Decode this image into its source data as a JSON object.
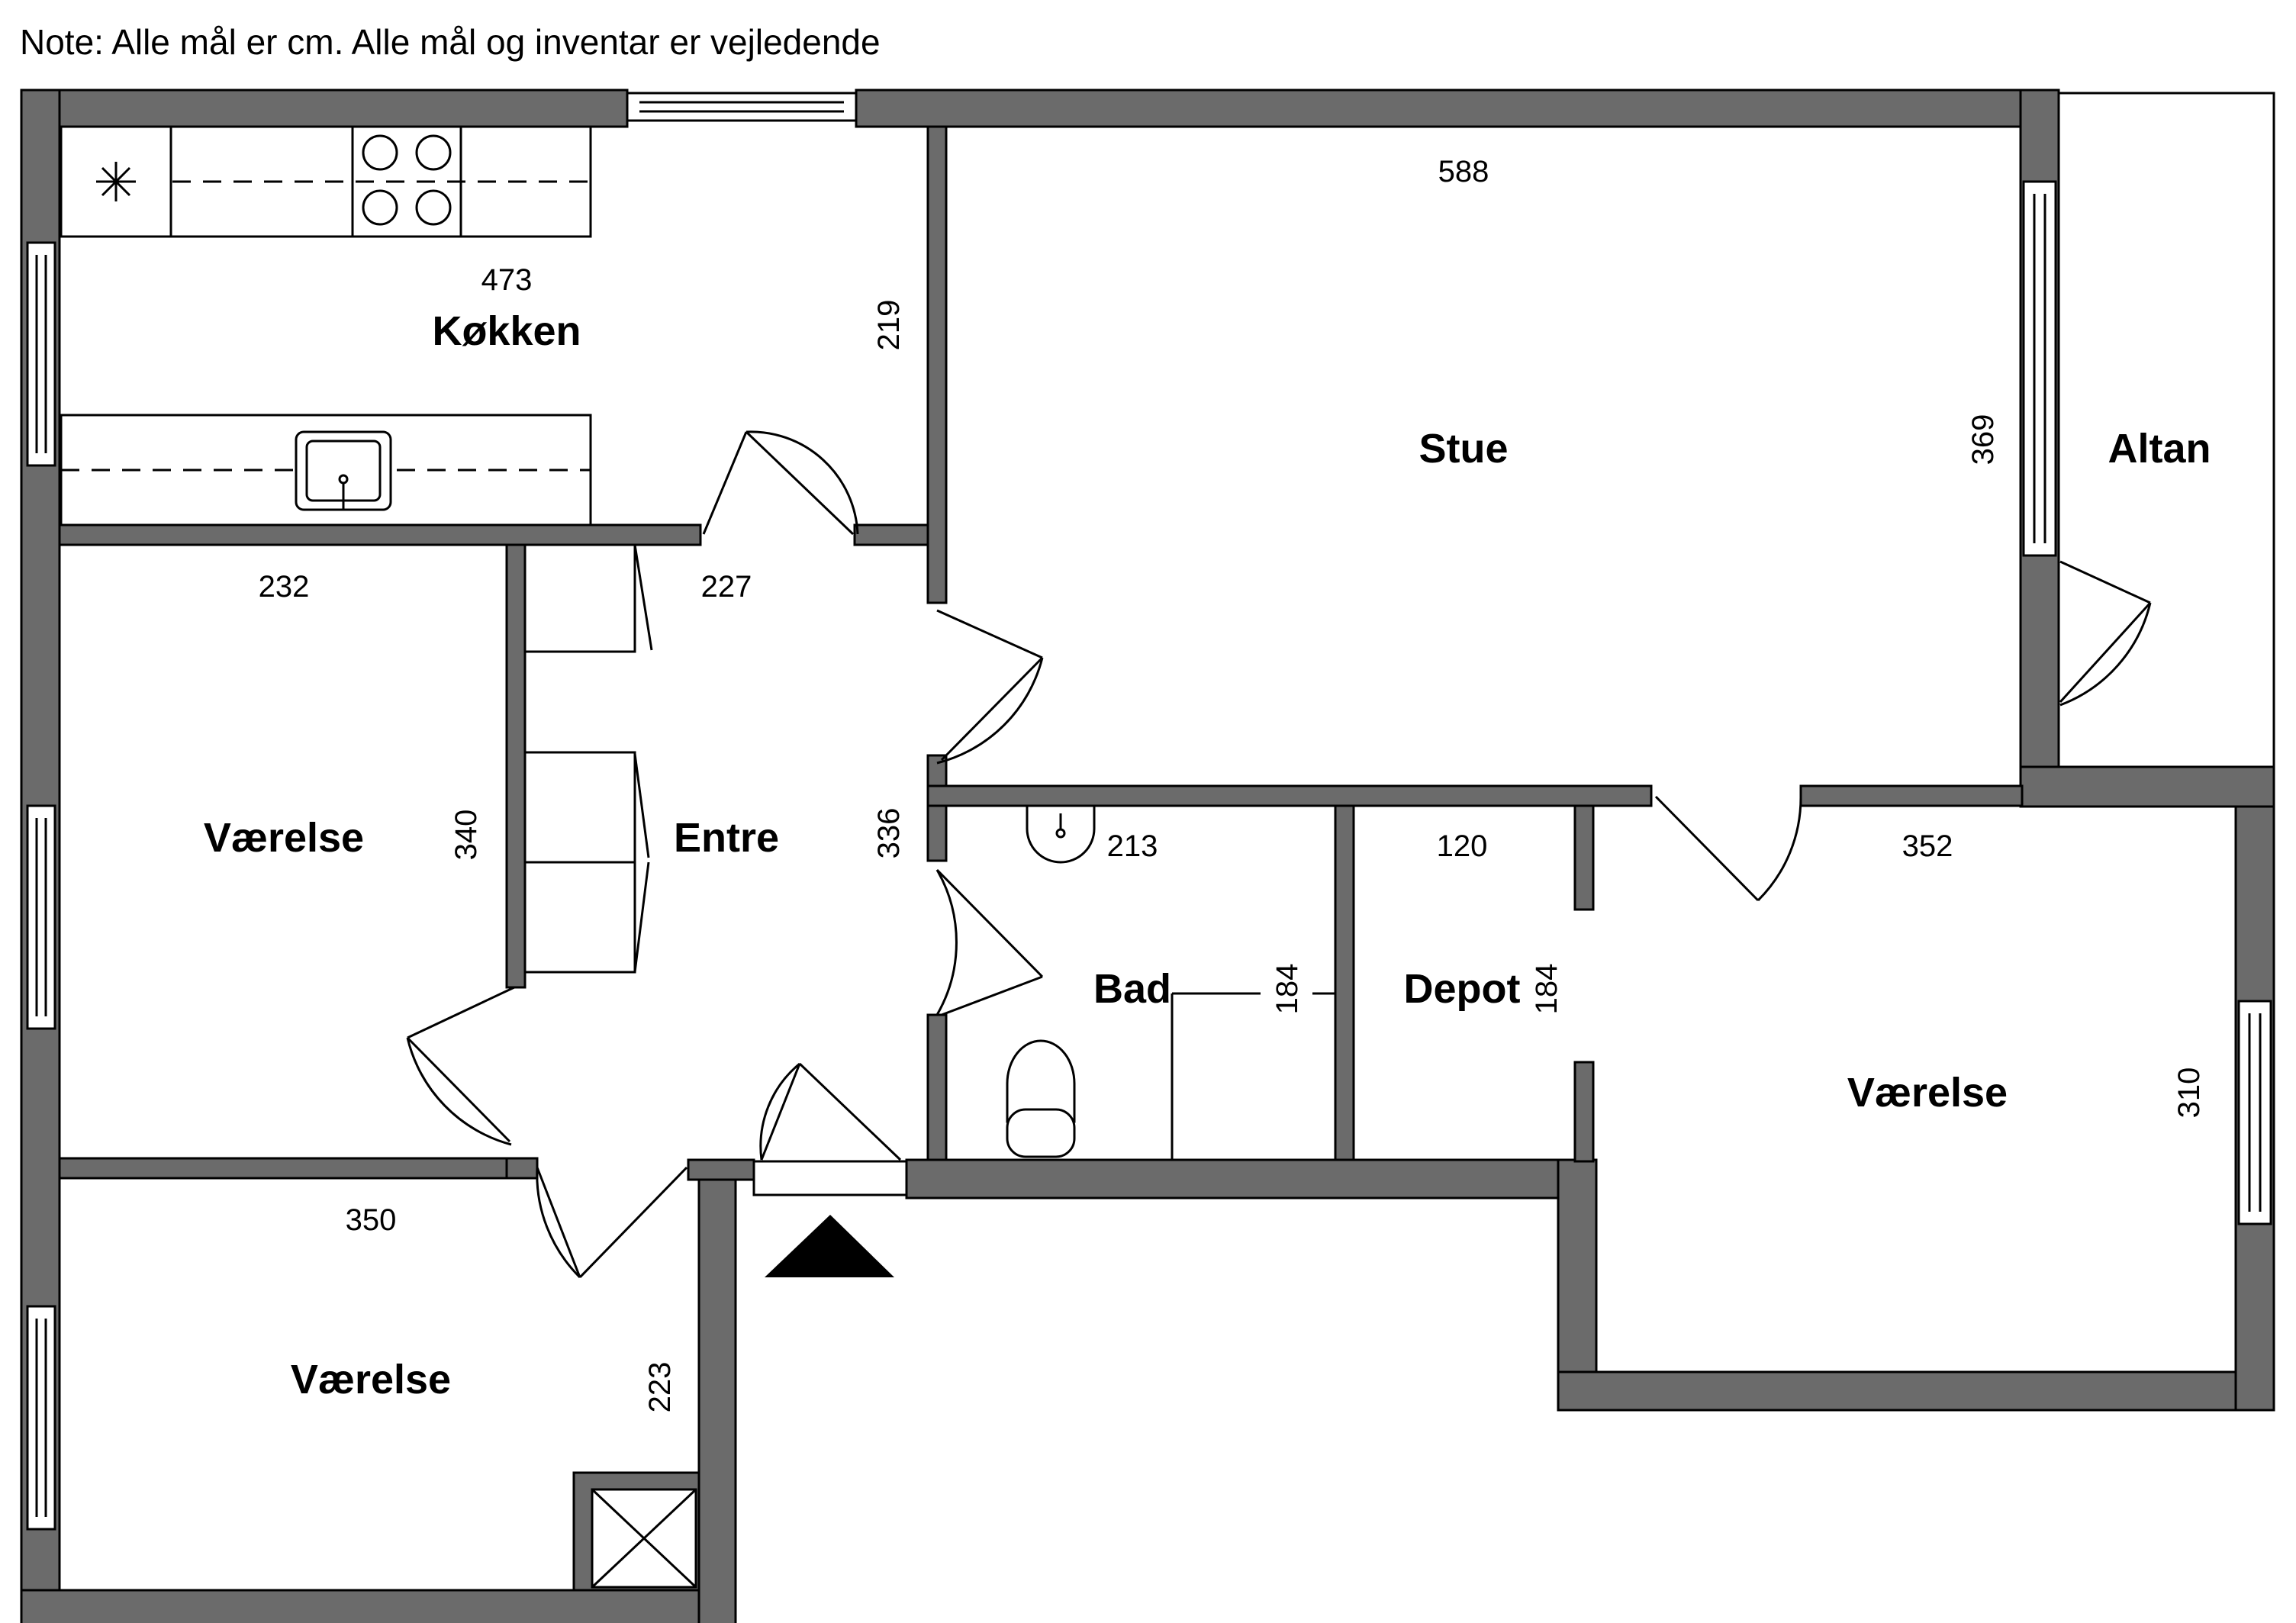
{
  "note": "Note: Alle mål er cm. Alle mål og inventar er vejledende",
  "colors": {
    "wall": "#6b6b6b",
    "outline": "#000000",
    "background": "#ffffff"
  },
  "rooms": {
    "kitchen": {
      "name": "Køkken",
      "dim_width": "473",
      "dim_height": "219"
    },
    "living": {
      "name": "Stue",
      "dim_width": "588",
      "dim_height": "369"
    },
    "balcony": {
      "name": "Altan"
    },
    "room_nw": {
      "name": "Værelse",
      "dim_width": "232",
      "dim_height": "340"
    },
    "entry": {
      "name": "Entre",
      "dim_width": "227",
      "dim_height": "336"
    },
    "bath": {
      "name": "Bad",
      "dim_width": "213",
      "dim_height": "184"
    },
    "storage": {
      "name": "Depot",
      "dim_width": "120",
      "dim_height": "184"
    },
    "room_se": {
      "name": "Værelse",
      "dim_width": "352",
      "dim_height": "310"
    },
    "room_sw": {
      "name": "Værelse",
      "dim_width": "350",
      "dim_height": "223"
    }
  },
  "symbols": [
    "entrance-arrow-icon",
    "stove-icon",
    "sink-icon",
    "washbasin-icon",
    "toilet-icon",
    "shaft-icon",
    "extractor-icon"
  ]
}
